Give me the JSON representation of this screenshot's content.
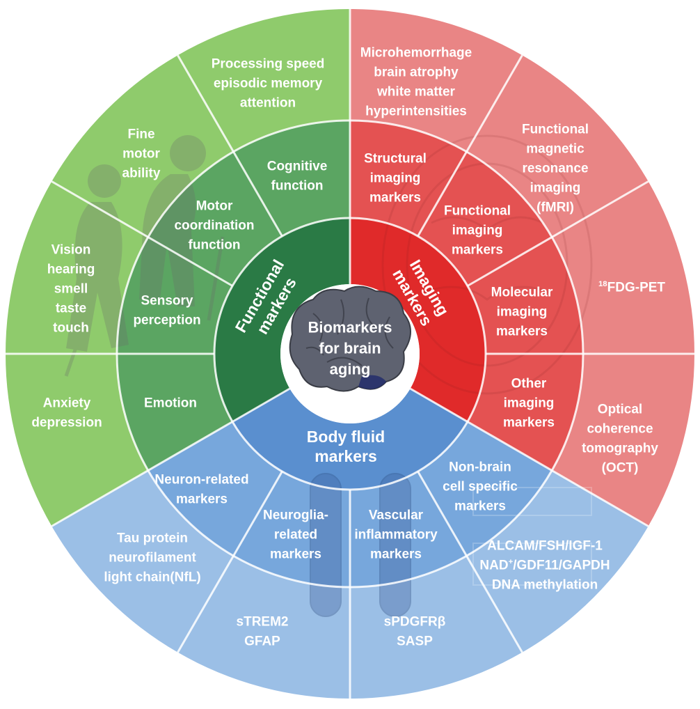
{
  "center": {
    "lines": [
      "Biomarkers",
      "for brain",
      "aging"
    ]
  },
  "categories": [
    {
      "id": "functional",
      "lines": [
        "Functional",
        "markers"
      ]
    },
    {
      "id": "imaging",
      "lines": [
        "Imaging",
        "markers"
      ]
    },
    {
      "id": "body-fluid",
      "lines": [
        "Body fluid",
        "markers"
      ]
    }
  ],
  "middle": [
    {
      "id": "cognitive",
      "lines": [
        "Cognitive",
        "function"
      ]
    },
    {
      "id": "motor",
      "lines": [
        "Motor",
        "coordination",
        "function"
      ]
    },
    {
      "id": "sensory",
      "lines": [
        "Sensory",
        "perception"
      ]
    },
    {
      "id": "emotion",
      "lines": [
        "Emotion"
      ]
    },
    {
      "id": "structural",
      "lines": [
        "Structural",
        "imaging",
        "markers"
      ]
    },
    {
      "id": "functional-imaging",
      "lines": [
        "Functional",
        "imaging",
        "markers"
      ]
    },
    {
      "id": "molecular",
      "lines": [
        "Molecular",
        "imaging",
        "markers"
      ]
    },
    {
      "id": "other-imaging",
      "lines": [
        "Other",
        "imaging",
        "markers"
      ]
    },
    {
      "id": "neuron",
      "lines": [
        "Neuron-related",
        "markers"
      ]
    },
    {
      "id": "neuroglia",
      "lines": [
        "Neuroglia-",
        "related",
        "markers"
      ]
    },
    {
      "id": "vascular",
      "lines": [
        "Vascular",
        "inflammatory",
        "markers"
      ]
    },
    {
      "id": "non-brain",
      "lines": [
        "Non-brain",
        "cell specific",
        "markers"
      ]
    }
  ],
  "outer": [
    {
      "id": "processing",
      "lines": [
        "Processing speed",
        "episodic memory",
        "attention"
      ]
    },
    {
      "id": "fine-motor",
      "lines": [
        "Fine",
        "motor",
        "ability"
      ]
    },
    {
      "id": "senses",
      "lines": [
        "Vision",
        "hearing",
        "smell",
        "taste",
        "touch"
      ]
    },
    {
      "id": "anxiety",
      "lines": [
        "Anxiety",
        "depression"
      ]
    },
    {
      "id": "microhemorrhage",
      "lines": [
        "Microhemorrhage",
        "brain atrophy",
        "white matter",
        "hyperintensities"
      ]
    },
    {
      "id": "fmri",
      "lines": [
        "Functional",
        "magnetic",
        "resonance",
        "imaging",
        "(fMRI)"
      ]
    },
    {
      "id": "fdg-pet",
      "lines": [
        "18FDG-PET"
      ]
    },
    {
      "id": "oct",
      "lines": [
        "Optical",
        "coherence",
        "tomography",
        "(OCT)"
      ]
    },
    {
      "id": "tau",
      "lines": [
        "Tau protein",
        "neurofilament",
        "light chain(NfL)"
      ]
    },
    {
      "id": "strem2",
      "lines": [
        "sTREM2",
        "GFAP"
      ]
    },
    {
      "id": "spdgfrb",
      "lines": [
        "sPDGFRβ",
        "SASP"
      ]
    },
    {
      "id": "alcam",
      "lines": [
        "ALCAM/FSH/IGF-1",
        "NAD+/GDF11/GAPDH",
        "DNA methylation"
      ]
    }
  ],
  "colors": {
    "functional_outer": "#8fcb6c",
    "functional_middle": "#5ba562",
    "functional_inner": "#2a7a45",
    "imaging_outer": "#e98585",
    "imaging_middle": "#e45252",
    "imaging_inner": "#e02a2a",
    "fluid_outer": "#9bbfe6",
    "fluid_middle": "#77a7dc",
    "fluid_inner": "#5a8fcf",
    "brain": "#5e6270"
  }
}
